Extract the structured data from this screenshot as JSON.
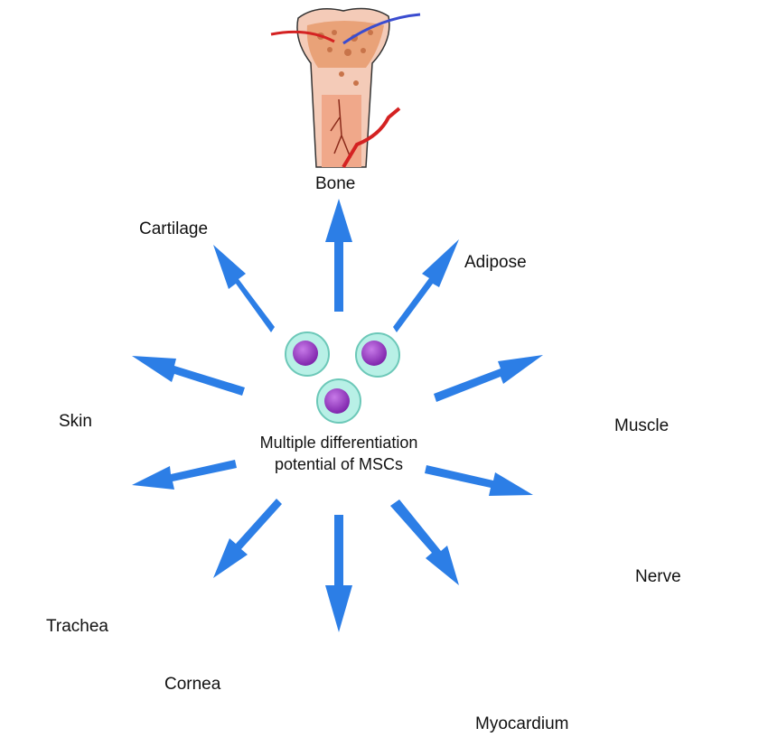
{
  "center": {
    "line1": "Multiple differentiation",
    "line2": "potential of MSCs"
  },
  "targets": {
    "bone": "Bone",
    "cartilage": "Cartilage",
    "adipose": "Adipose",
    "skin": "Skin",
    "muscle": "Muscle",
    "trachea": "Trachea",
    "nerve": "Nerve",
    "cornea": "Cornea",
    "liver": "",
    "myocardium": "Myocardium"
  },
  "colors": {
    "arrow": "#2c7ee6",
    "cell_outer": "#b8f0e6",
    "cell_nucleus": "#9b39c9"
  }
}
